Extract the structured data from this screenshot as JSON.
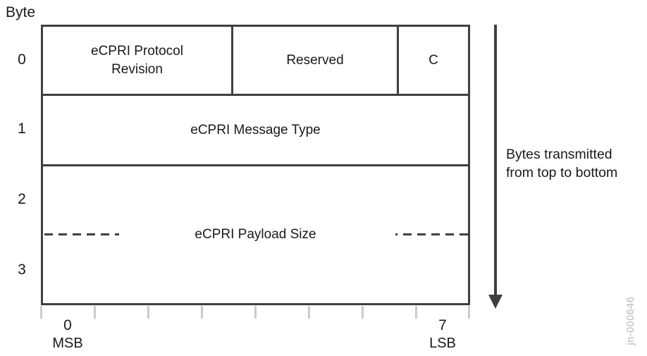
{
  "byte_axis": {
    "title": "Byte",
    "values": [
      "0",
      "1",
      "2",
      "3"
    ]
  },
  "fields": {
    "protocol_revision": "eCPRI Protocol Revision",
    "reserved": "Reserved",
    "c_bit": "C",
    "message_type": "eCPRI Message Type",
    "payload_size": "eCPRI Payload Size"
  },
  "bit_axis": {
    "start_value": "0",
    "start_caption": "MSB",
    "end_value": "7",
    "end_caption": "LSB"
  },
  "annotation": {
    "line1": "Bytes transmitted",
    "line2": "from top to bottom"
  },
  "watermark": "jn-000646",
  "colors": {
    "border": "#3d4043",
    "text": "#1a1a1a",
    "tick": "#c9cccb",
    "watermark": "#b6bbb8"
  }
}
